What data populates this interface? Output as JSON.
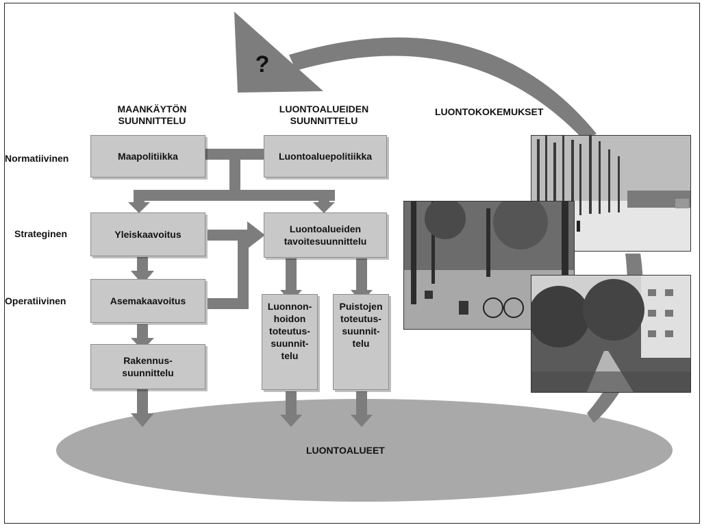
{
  "columns": {
    "land_use_header": "MAANKÄYTÖN\nSUUNNITTELU",
    "nature_area_header": "LUONTOALUEIDEN\nSUUNNITTELU",
    "nature_experiences_header": "LUONTOKOKEMUKSET"
  },
  "levels": {
    "normative": "Normatiivinen",
    "strategic": "Strateginen",
    "operative": "Operatiivinen"
  },
  "boxes": {
    "maapolitiikka": "Maapolitiikka",
    "luontoaluepolitiikka": "Luontoaluepolitiikka",
    "yleiskaavoitus": "Yleiskaavoitus",
    "tavoitesuunnittelu": "Luontoalueiden\ntavoitesuunnittelu",
    "asemakaavoitus": "Asemakaavoitus",
    "rakennussuunnittelu": "Rakennus-\nsuunnittelu",
    "luonnonhoito": "Luonnon-\nhoidon\ntoteutus-\nsuunnit-\ntelu",
    "puistot": "Puistojen\ntoteutus-\nsuunnit-\ntelu"
  },
  "ground_label": "LUONTOALUEET",
  "question_mark": "?",
  "colors": {
    "box_fill": "#c8c8c8",
    "arrow_fill": "#7d7d7d",
    "ellipse_fill": "#a9a9a9"
  }
}
